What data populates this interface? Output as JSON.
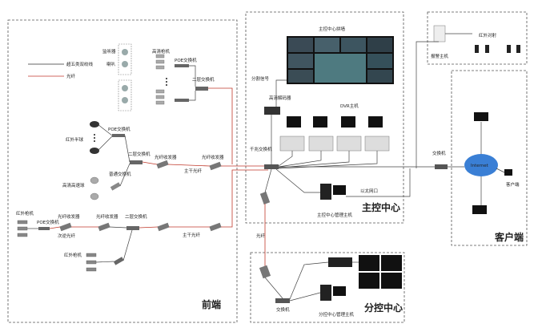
{
  "legend": {
    "line1": "超五类双绞线",
    "line2": "光纤"
  },
  "zones": {
    "front": "前端",
    "main": "主控中心",
    "branch": "分控中心",
    "client": "客户端"
  },
  "labels": {
    "monitor": "监听器",
    "speaker": "喇叭",
    "hd_gun": "高清枪机",
    "poe1": "POE交换机",
    "l2sw1": "二层交换机",
    "poe2": "POE交换机",
    "ir_ball": "红外半球",
    "l2sw2": "二层交换机",
    "fiber_tx1": "光纤收发器",
    "fiber_tx2": "光纤收发器",
    "hd_speed": "高清高速球",
    "normal_sw": "普通交换机",
    "trunk1": "主干光纤",
    "ir_gun1": "红外枪机",
    "poe3": "POE交换机",
    "fiber_tx3": "光纤收发器",
    "fiber_tx4": "光纤收发器",
    "l2sw3": "二层交换机",
    "sub_fiber": "次逆光纤",
    "trunk2": "主干光纤",
    "ir_gun2": "红外枪机",
    "main_wall": "主控中心拼墙",
    "split": "分割信号",
    "decoder": "高清解码器",
    "dvr": "DVR主机",
    "gigabit_sw": "千兆交换机",
    "ethernet": "以太网口",
    "main_host": "主控中心管理主机",
    "alarm": "报警主机",
    "sensor": "红外对射",
    "switch_c": "交换机",
    "internet": "Internet",
    "client_pc": "客户端",
    "fiber_v": "光纤",
    "switch_b": "交换机",
    "branch_host": "分控中心管理主机"
  },
  "colors": {
    "fiber": "#c0392b",
    "cable": "#333333",
    "cloud": "#3a7fd5"
  }
}
